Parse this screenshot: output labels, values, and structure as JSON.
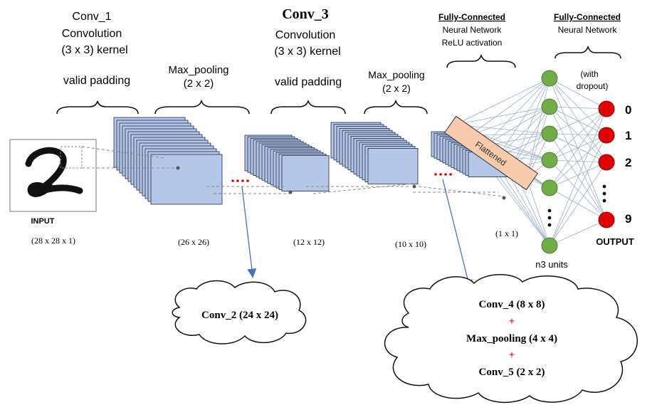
{
  "stages": {
    "conv1": {
      "name": "Conv_1",
      "op": "Convolution",
      "kernel": "(3 x 3) kernel",
      "padding": "valid padding",
      "dims": "(26 x 26)"
    },
    "pool1": {
      "name": "Max_pooling",
      "kernel": "(2 x 2)",
      "dims": "(12 x 12)"
    },
    "conv3": {
      "name": "Conv_3",
      "op": "Convolution",
      "kernel": "(3 x 3) kernel",
      "padding": "valid padding",
      "dims": "(10 x 10)"
    },
    "pool2": {
      "name": "Max_pooling",
      "kernel": "(2 x 2)"
    }
  },
  "input": {
    "label": "INPUT",
    "dims": "(28 x 28 x 1)"
  },
  "flattened": {
    "label": "Flattened",
    "dims": "(1 x 1)"
  },
  "fc1": {
    "title": "Fully-Connected",
    "subtitle": "Neural Network",
    "activation": "ReLU activation",
    "units": "n3 units"
  },
  "fc2": {
    "title": "Fully-Connected",
    "subtitle": "Neural Network",
    "note": "(with\ndropout)",
    "outputs": [
      "0",
      "1",
      "2",
      "9"
    ],
    "label": "OUTPUT"
  },
  "clouds": {
    "left": {
      "text": "Conv_2 (24 x 24)"
    },
    "right": {
      "lines": [
        "Conv_4 (8 x 8)",
        "+",
        "Max_pooling (4 x 4)",
        "+",
        "Conv_5 (2 x 2)"
      ]
    }
  },
  "colors": {
    "map_fill": "#b4c7e7",
    "map_stroke": "#1f2a44",
    "neuron_green": "#70ad47",
    "neuron_red": "#e00000",
    "flatten_fill": "#f8cbad",
    "arrow": "#4472c4",
    "plus": "#e00000"
  }
}
